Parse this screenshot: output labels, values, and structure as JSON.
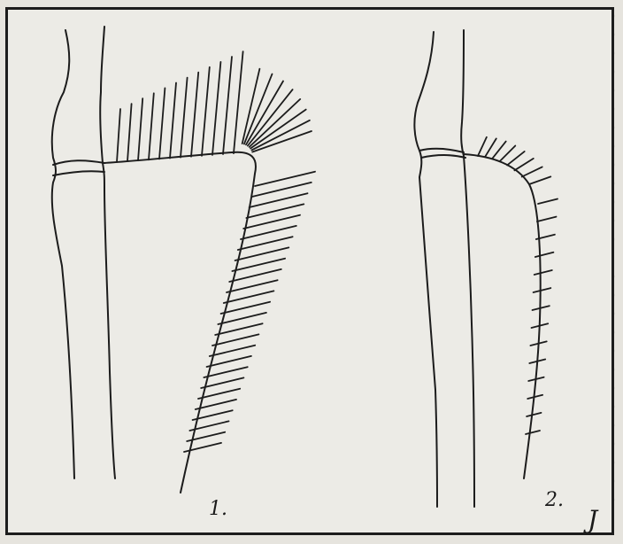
{
  "figures": [
    {
      "id": "fig-1",
      "label": "1."
    },
    {
      "id": "fig-2",
      "label": "2."
    }
  ],
  "signature": "J",
  "colors": {
    "ink": "#1c1c1c",
    "paper": "#ecebe6"
  }
}
